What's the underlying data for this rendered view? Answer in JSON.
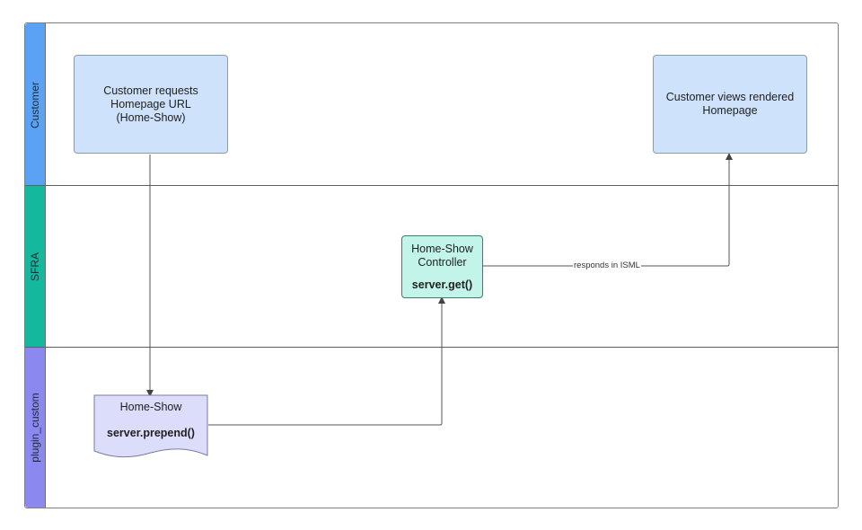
{
  "lanes": [
    {
      "label": "Customer",
      "color": "#5ba2f4"
    },
    {
      "label": "SFRA",
      "color": "#14b89c"
    },
    {
      "label": "plugin_custom",
      "color": "#8b88f0"
    }
  ],
  "nodes": {
    "customer_request": {
      "lines": [
        "Customer requests",
        "Homepage URL",
        "(Home-Show)"
      ]
    },
    "customer_view": {
      "lines": [
        "Customer views rendered",
        "Homepage"
      ]
    },
    "controller": {
      "lines": [
        "Home-Show",
        "Controller"
      ],
      "code": "server.get()"
    },
    "plugin": {
      "title": "Home-Show",
      "code": "server.prepend()"
    }
  },
  "edges": {
    "controller_to_view_label": "responds in ISML"
  }
}
